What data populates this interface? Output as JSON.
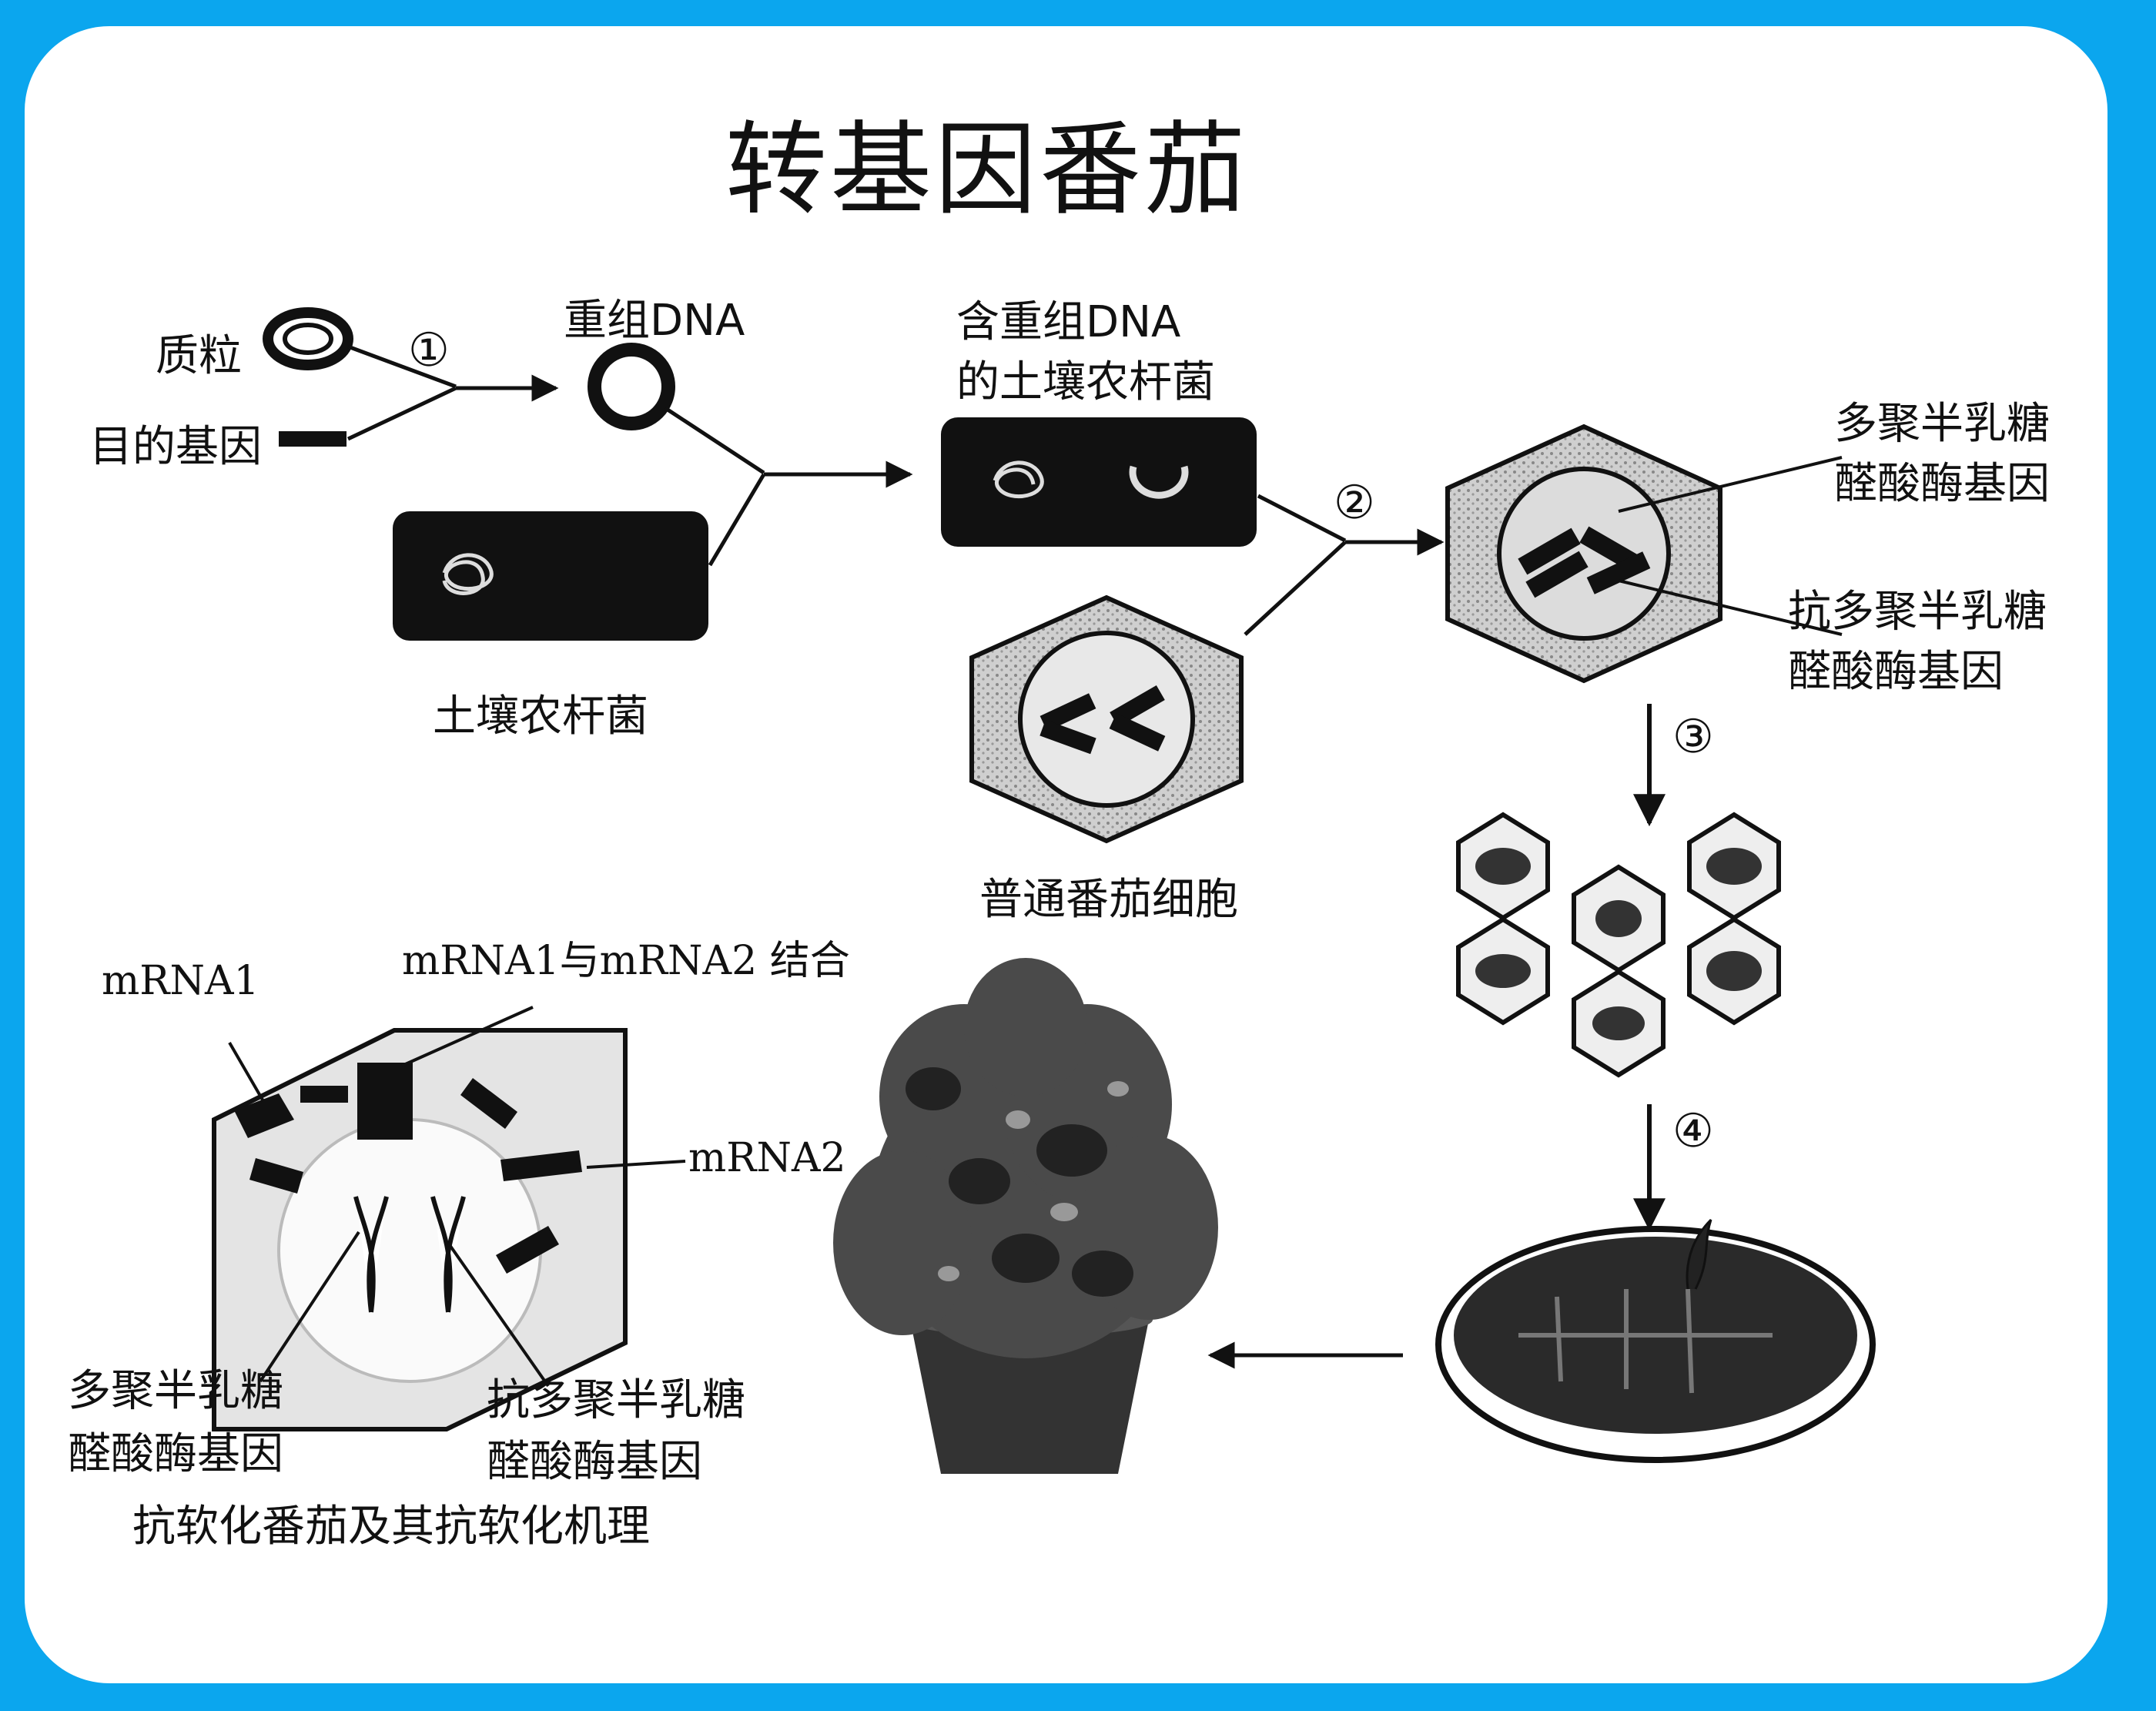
{
  "title": "转基因番茄",
  "labels": {
    "plasmid": "质粒",
    "target_gene": "目的基因",
    "recombinant_dna": "重组DNA",
    "agro_with_dna_line1": "含重组DNA",
    "agro_with_dna_line2": "的土壤农杆菌",
    "agrobacterium": "土壤农杆菌",
    "normal_cell": "普通番茄细胞",
    "pg_gene_line1": "多聚半乳糖",
    "pg_gene_line2": "醛酸酶基因",
    "anti_pg_gene_line1": "抗多聚半乳糖",
    "anti_pg_gene_line2": "醛酸酶基因",
    "mrna1": "mRNA1",
    "mrna_bind": "mRNA1与mRNA2 结合",
    "mrna2": "mRNA2",
    "bottom_pg_line1": "多聚半乳糖",
    "bottom_pg_line2": "醛酸酶基因",
    "bottom_anti_line1": "抗多聚半乳糖",
    "bottom_anti_line2": "醛酸酶基因",
    "caption": "抗软化番茄及其抗软化机理"
  },
  "steps": [
    "①",
    "②",
    "③",
    "④"
  ]
}
